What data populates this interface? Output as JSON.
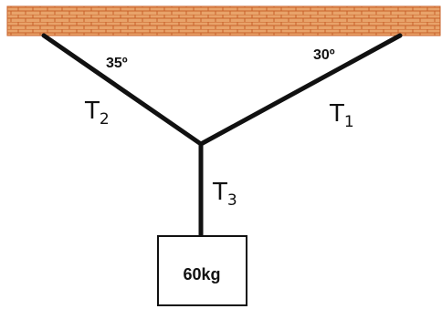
{
  "ceiling": {
    "fill_color": "#E8A36A",
    "mortar_color": "#C8602A"
  },
  "angles": {
    "left": "35º",
    "right": "30º"
  },
  "tensions": {
    "t1": {
      "letter": "T",
      "subscript": "1"
    },
    "t2": {
      "letter": "T",
      "subscript": "2"
    },
    "t3": {
      "letter": "T",
      "subscript": "3"
    }
  },
  "block": {
    "label": "60kg"
  }
}
